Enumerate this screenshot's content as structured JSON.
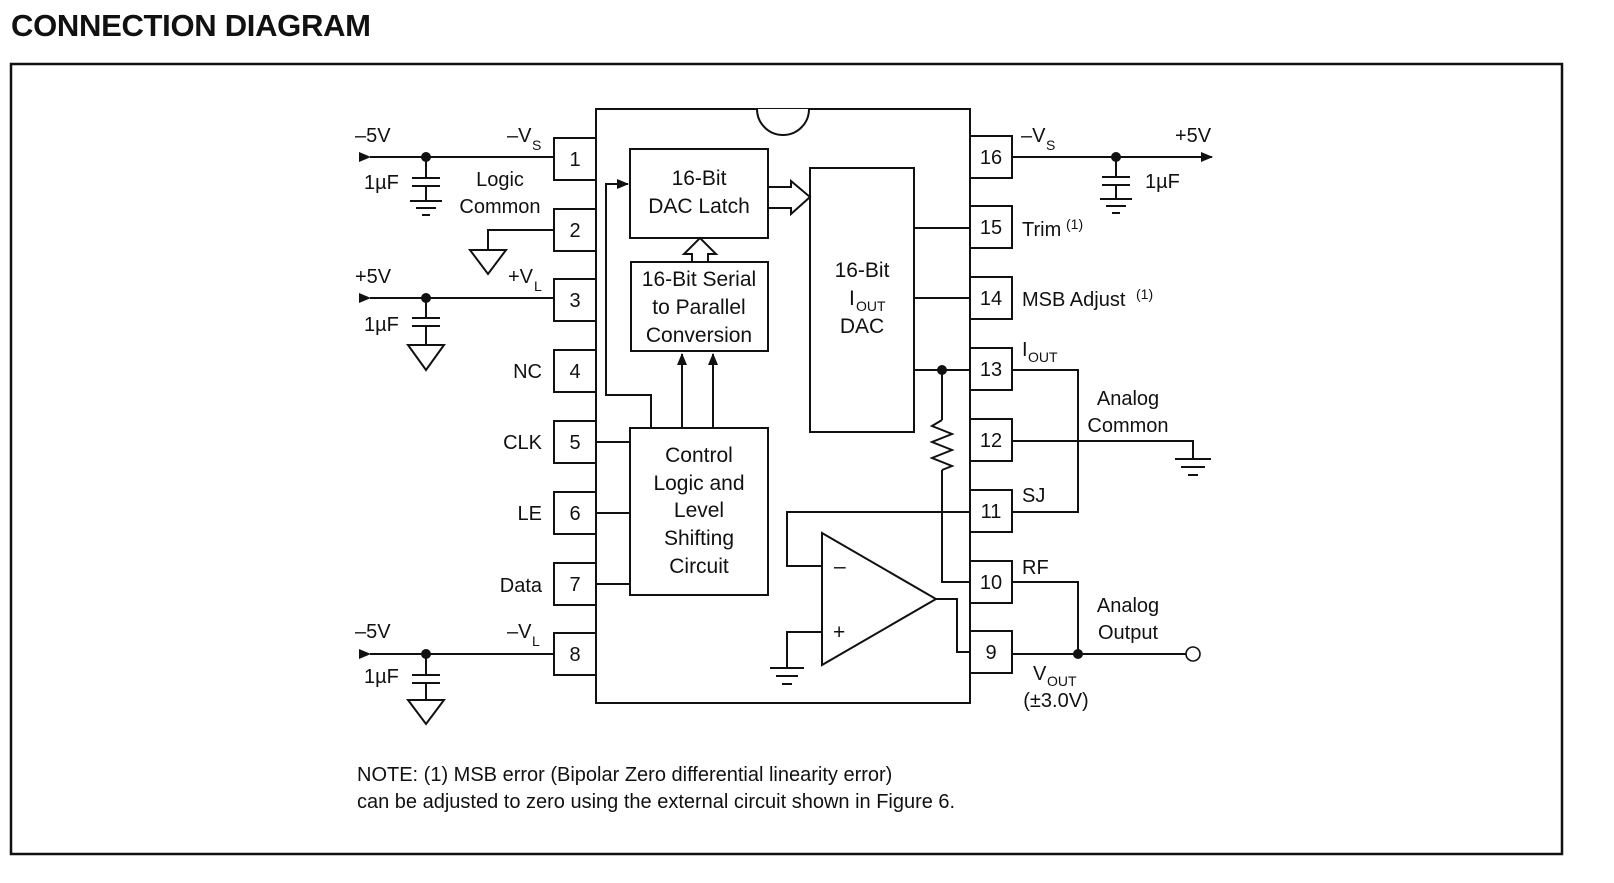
{
  "title": "CONNECTION DIAGRAM",
  "pins": {
    "p1": "1",
    "p2": "2",
    "p3": "3",
    "p4": "4",
    "p5": "5",
    "p6": "6",
    "p7": "7",
    "p8": "8",
    "p9": "9",
    "p10": "10",
    "p11": "11",
    "p12": "12",
    "p13": "13",
    "p14": "14",
    "p15": "15",
    "p16": "16"
  },
  "labels": {
    "neg5v_top": "–5V",
    "vs_left": "–V",
    "vs_left_sub": "S",
    "cap_1": "1µF",
    "logic": "Logic",
    "common": "Common",
    "pos5v_left": "+5V",
    "vl_pos": "+V",
    "vl_pos_sub": "L",
    "cap_3": "1µF",
    "nc": "NC",
    "clk": "CLK",
    "le": "LE",
    "data": "Data",
    "neg5v_bottom": "–5V",
    "vl_neg": "–V",
    "vl_neg_sub": "L",
    "cap_8": "1µF",
    "vs_right": "–V",
    "vs_right_sub": "S",
    "pos5v_right": "+5V",
    "cap_16": "1µF",
    "trim": "Trim",
    "trim_sup": "(1)",
    "msb": "MSB Adjust",
    "msb_sup": "(1)",
    "iout": "I",
    "iout_sub": "OUT",
    "analog_common_1": "Analog",
    "analog_common_2": "Common",
    "sj": "SJ",
    "rf": "RF",
    "analog_output_1": "Analog",
    "analog_output_2": "Output",
    "vout": "V",
    "vout_sub": "OUT",
    "vout_range": "(±3.0V)",
    "minus": "–",
    "plus": "+"
  },
  "blocks": {
    "latch_1": "16-Bit",
    "latch_2": "DAC Latch",
    "serial_1": "16-Bit Serial",
    "serial_2": "to Parallel",
    "serial_3": "Conversion",
    "dac_1": "16-Bit",
    "dac_2": "I",
    "dac_2_sub": "OUT",
    "dac_3": "DAC",
    "ctrl_1": "Control",
    "ctrl_2": "Logic and",
    "ctrl_3": "Level",
    "ctrl_4": "Shifting",
    "ctrl_5": "Circuit"
  },
  "note": {
    "line1": "NOTE: (1) MSB error (Bipolar Zero differential linearity error)",
    "line2": "can be adjusted to zero using the external circuit shown in Figure 6."
  }
}
